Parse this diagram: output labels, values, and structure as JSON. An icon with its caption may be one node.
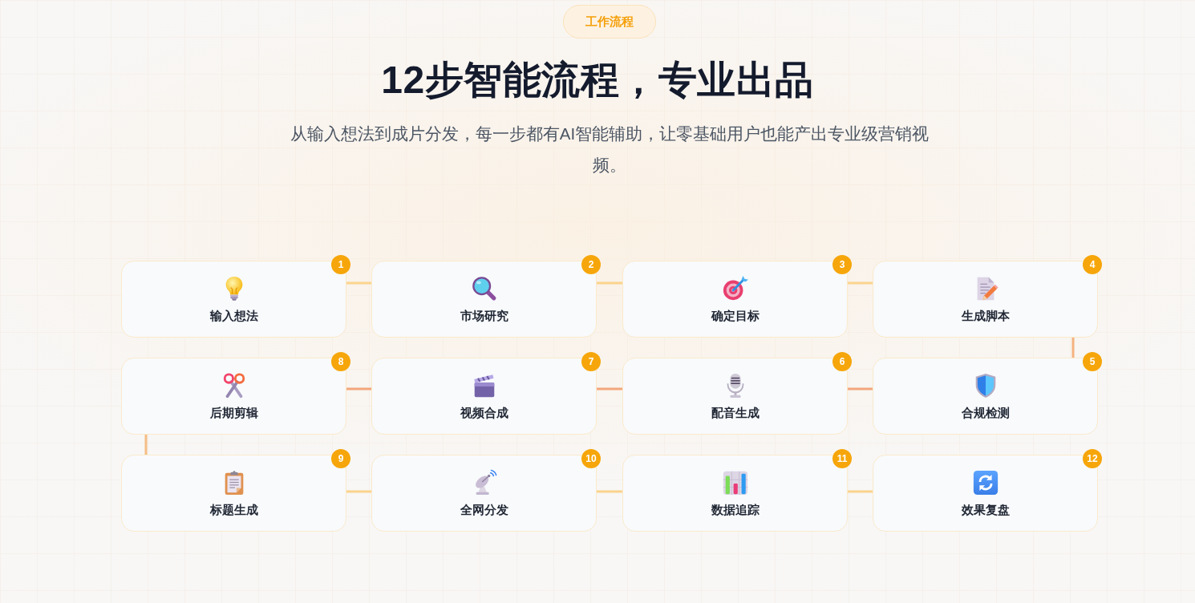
{
  "diagram": {
    "title": "12步智能流程，专业出品",
    "nodes": [
      {
        "text": [
          "工作流程"
        ]
      },
      {
        "text": [
          "1",
          "输入想法"
        ]
      },
      {
        "text": [
          "2",
          "市场研究"
        ]
      },
      {
        "text": [
          "3",
          "确定目标"
        ]
      },
      {
        "text": [
          "4",
          "生成脚本"
        ]
      },
      {
        "text": [
          "5",
          "合规检测"
        ]
      },
      {
        "text": [
          "6",
          "配音生成"
        ]
      },
      {
        "text": [
          "7",
          "视频合成"
        ]
      },
      {
        "text": [
          "8",
          "后期剪辑"
        ]
      },
      {
        "text": [
          "9",
          "标题生成"
        ]
      },
      {
        "text": [
          "10",
          "全网分发"
        ]
      },
      {
        "text": [
          "11",
          "数据追踪"
        ]
      },
      {
        "text": [
          "12",
          "效果复盘"
        ]
      }
    ],
    "edges": [
      {
        "from": 1,
        "to": 2,
        "arrow": "none"
      },
      {
        "from": 2,
        "to": 3,
        "arrow": "none"
      },
      {
        "from": 3,
        "to": 4,
        "arrow": "none"
      },
      {
        "from": 4,
        "to": 5,
        "arrow": "none",
        "color": "#f4b27e"
      },
      {
        "from": 5,
        "to": 6,
        "arrow": "none",
        "color": "#f3a67c"
      },
      {
        "from": 6,
        "to": 7,
        "arrow": "none",
        "color": "#f3a67c"
      },
      {
        "from": 7,
        "to": 8,
        "arrow": "none",
        "color": "#f3a67c"
      },
      {
        "from": 8,
        "to": 9,
        "arrow": "none",
        "color": "#f5bd85"
      },
      {
        "from": 9,
        "to": 10,
        "arrow": "none"
      },
      {
        "from": 10,
        "to": 11,
        "arrow": "none"
      },
      {
        "from": 11,
        "to": 12,
        "arrow": "none"
      }
    ],
    "labels": [
      "从输入想法到成片分发，每一步都有AI智能辅助，让零基础用户也能产出专业级营销视频。"
    ]
  }
}
